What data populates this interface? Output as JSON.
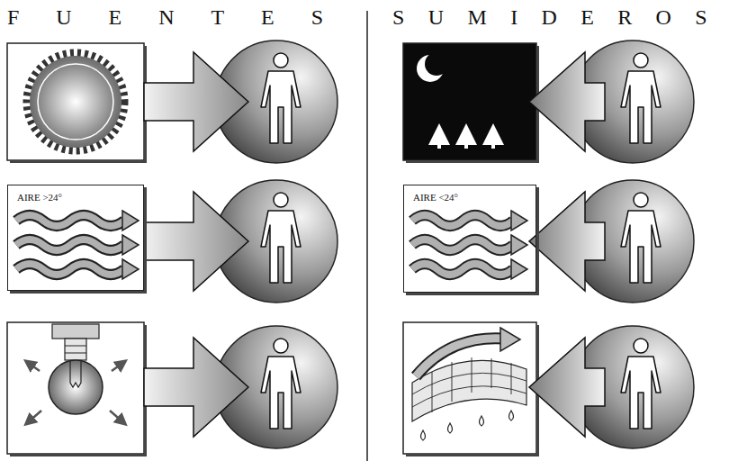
{
  "diagram": {
    "nodes": [
      {
        "text": [
          "AIRE >24°"
        ]
      },
      {
        "text": [
          "AIRE <24°"
        ]
      }
    ],
    "labels": [
      "FUENTES",
      "SUMIDEROS"
    ]
  }
}
